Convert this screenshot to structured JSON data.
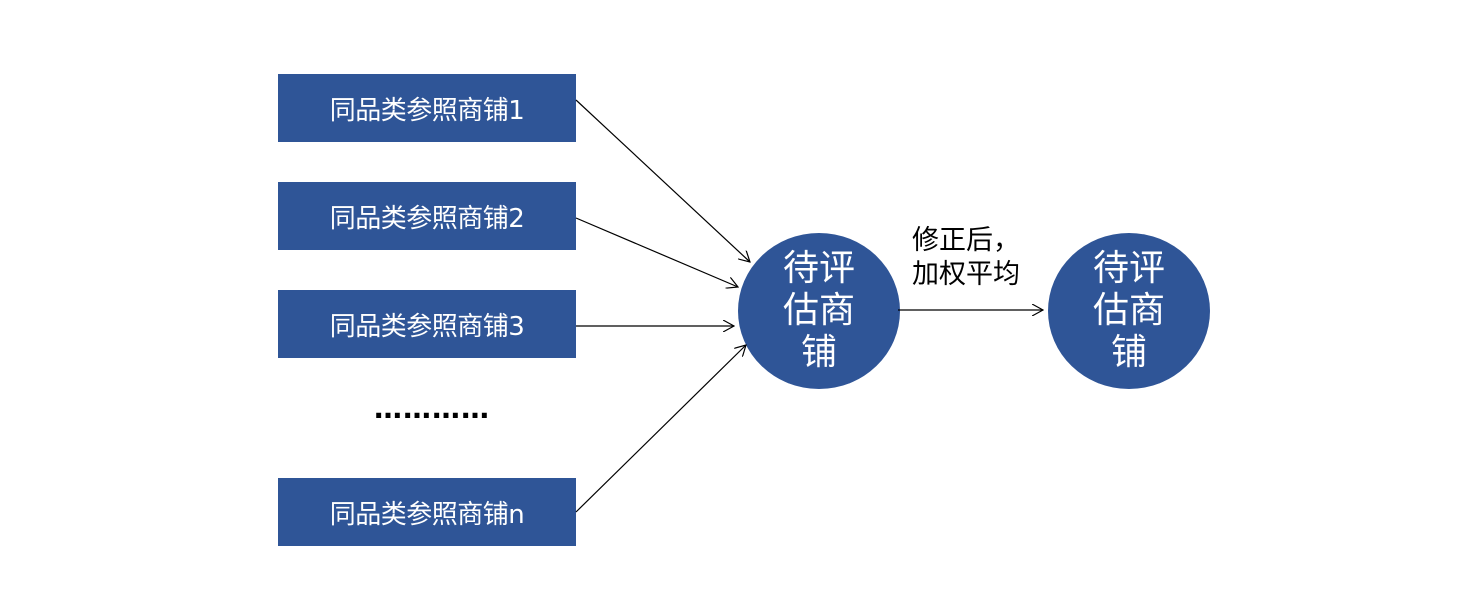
{
  "reference_stores": [
    {
      "label": "同品类参照商铺1"
    },
    {
      "label": "同品类参照商铺2"
    },
    {
      "label": "同品类参照商铺3"
    },
    {
      "label": "同品类参照商铺n"
    }
  ],
  "ellipsis": "…………",
  "target_store": {
    "label": "待评估商铺"
  },
  "result_store": {
    "label": "待评估商铺"
  },
  "edge_label_line1": "修正后，",
  "edge_label_line2": "加权平均",
  "colors": {
    "node_fill": "#2f5597",
    "node_text": "#ffffff",
    "arrow": "#000000"
  }
}
